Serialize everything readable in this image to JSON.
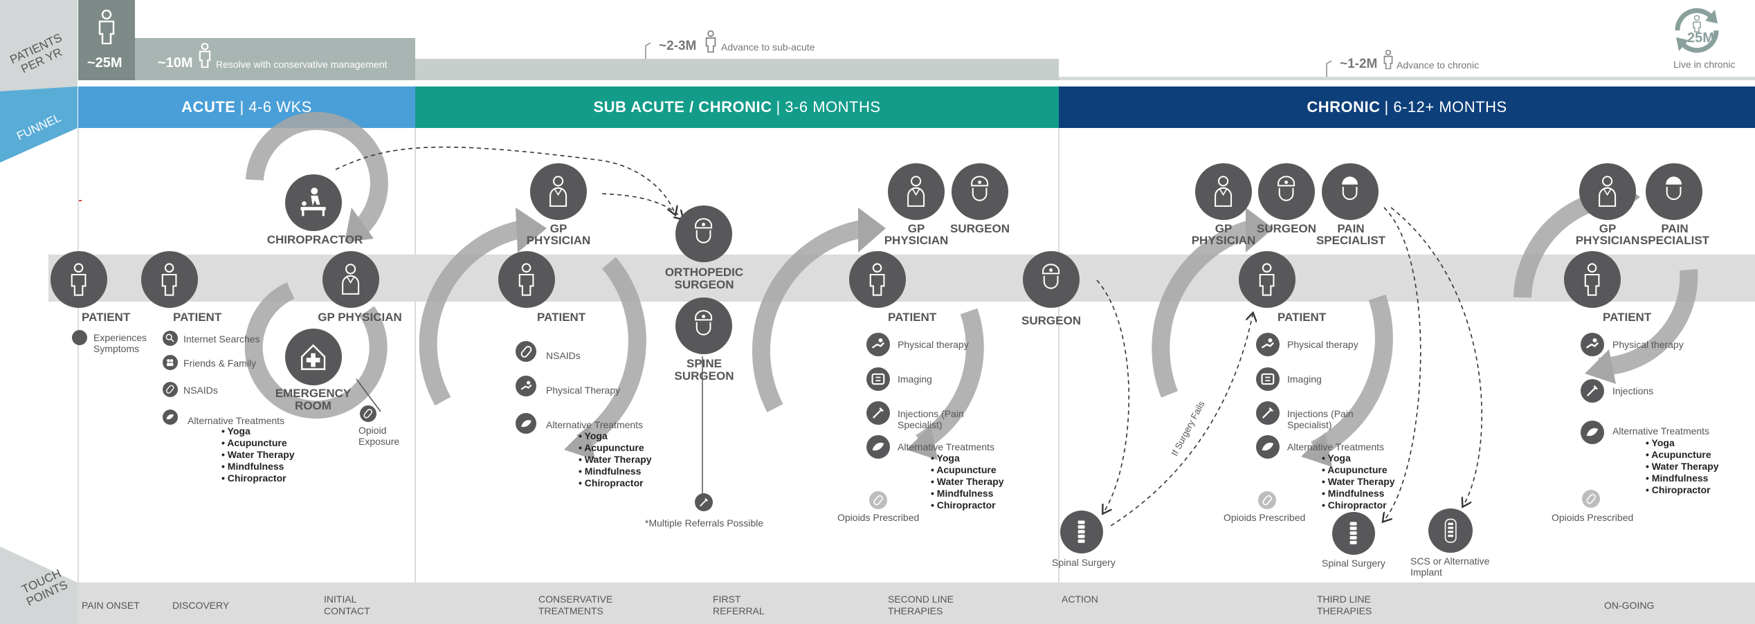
{
  "side_labels": {
    "patients_per_yr": "PATIENTS PER YR",
    "funnel": "FUNNEL",
    "touch_points": "TOUCH POINTS"
  },
  "counts": {
    "total": "~25M",
    "resolve_value": "~10M",
    "resolve_note": "Resolve with conservative management",
    "subacute_value": "~2-3M",
    "subacute_note": "Advance to sub-acute",
    "chronic_value": "~1-2M",
    "chronic_note": "Advance to chronic",
    "live_value": "25M",
    "live_note": "Live in chronic"
  },
  "phases": [
    {
      "bold": "ACUTE",
      "rest": "| 4-6 WKS",
      "color": "#4a9fd8"
    },
    {
      "bold": "SUB ACUTE / CHRONIC",
      "rest": "| 3-6 MONTHS",
      "color": "#139c8a"
    },
    {
      "bold": "CHRONIC",
      "rest": "| 6-12+ MONTHS",
      "color": "#0d3f7a"
    }
  ],
  "nodes": {
    "patient": "PATIENT",
    "chiropractor": "CHIROPRACTOR",
    "gp_physician": "GP PHYSICIAN",
    "gp_physician_two_line": "GP PHYSICIAN",
    "emergency_room": "EMERGENCY ROOM",
    "orthopedic_surgeon": "ORTHOPEDIC SURGEON",
    "spine_surgeon": "SPINE SURGEON",
    "surgeon": "SURGEON",
    "pain_specialist": "PAIN SPECIALIST"
  },
  "items": {
    "experiences_symptoms": "Experiences Symptoms",
    "internet_searches": "Internet Searches",
    "friends_family": "Friends & Family",
    "nsaids": "NSAIDs",
    "alternative_treatments": "Alternative Treatments",
    "opioid_exposure": "Opioid Exposure",
    "physical_therapy_cap": "Physical Therapy",
    "physical_therapy": "Physical therapy",
    "imaging": "Imaging",
    "injections_pain": "Injections (Pain Specialist)",
    "injections": "Injections",
    "opioids_prescribed": "Opioids Prescribed",
    "multiple_referrals": "*Multiple Referrals Possible",
    "spinal_surgery": "Spinal Surgery",
    "scs_implant": "SCS or Alternative Implant",
    "if_surgery_fails": "If Surgery Fails"
  },
  "alt_list": [
    "Yoga",
    "Acupuncture",
    "Water Therapy",
    "Mindfulness",
    "Chiropractor"
  ],
  "touch_points": [
    "PAIN ONSET",
    "DISCOVERY",
    "INITIAL CONTACT",
    "CONSERVATIVE TREATMENTS",
    "FIRST REFERRAL",
    "SECOND LINE THERAPIES",
    "ACTION",
    "THIRD LINE THERAPIES",
    "ON-GOING"
  ]
}
